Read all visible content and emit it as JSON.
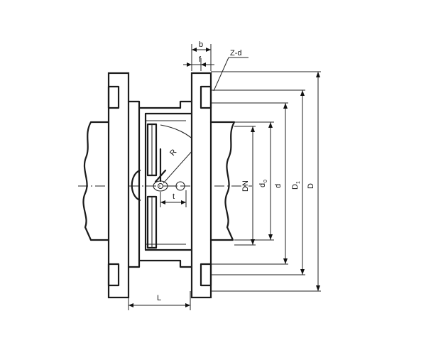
{
  "labels": {
    "b": "b",
    "zd": "Z-d",
    "f": "f",
    "r": "R",
    "t": "t",
    "dn": "DN",
    "d0": "d",
    "d0_sub": "0",
    "d": "d",
    "d1": "D",
    "d1_sub": "1",
    "dd": "D",
    "l": "L"
  },
  "colors": {
    "line": "#1a1a1a",
    "background": "#ffffff"
  }
}
